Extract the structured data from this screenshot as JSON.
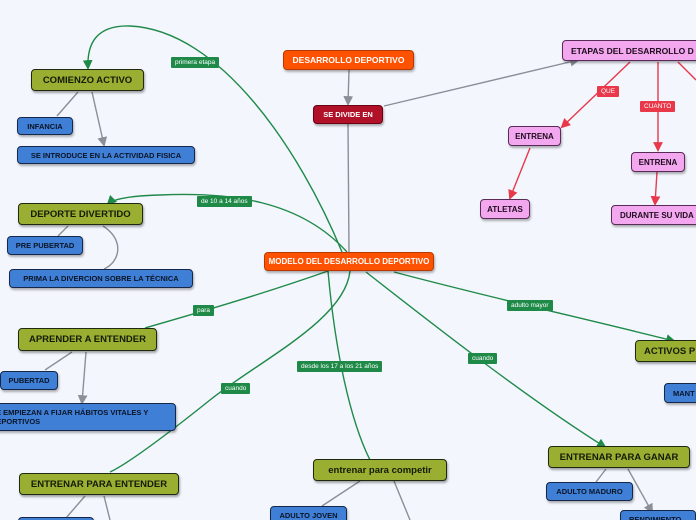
{
  "nodes": {
    "central": "MODELO DEL DESARROLLO DEPORTIVO",
    "desarrollo_deportivo": "DESARROLLO DEPORTIVO",
    "se_divide_en": "SE DIVIDE EN",
    "etapas": "ETAPAS DEL DESARROLLO D",
    "entrena_1": "ENTRENA",
    "atletas": "ATLETAS",
    "entrena_2": "ENTRENA",
    "durante_su_vida": "DURANTE SU VIDA",
    "comienzo_activo": "COMIENZO ACTIVO",
    "infancia": "INFANCIA",
    "se_introduce": "SE INTRODUCE EN LA ACTIVIDAD FISICA",
    "deporte_divertido": "DEPORTE DIVERTIDO",
    "pre_pubertad": "PRE PUBERTAD",
    "prima_diversion": "PRIMA LA DIVERCION SOBRE LA  TÉCNICA",
    "aprender_a_entender": "APRENDER A ENTENDER",
    "pubertad": "PUBERTAD",
    "habitos": "SE EMPIEZAN A FIJAR HÁBITOS VITALES Y DEPORTIVOS",
    "entrenar_para_entender": "ENTRENAR PARA ENTENDER",
    "entrenar_para_competir": "entrenar para competir",
    "adulto_joven": "ADULTO JOVEN",
    "entrenar_para_ganar": "ENTRENAR PARA GANAR",
    "adulto_maduro": "ADULTO MADURO",
    "rendimiento": "RENDIMIENTO",
    "activos_para": "ACTIVOS P",
    "mant": "MANT"
  },
  "link_labels": {
    "primera_etapa": "primera etapa",
    "de_10_a_14": "de 10 a 14 años",
    "para": "para",
    "cuando_left": "cuando",
    "desde_17_a_21": "desde los 17 a los 21 años",
    "cuando_right": "cuando",
    "adulto_mayor": "adulto mayor",
    "que": "QUE",
    "cuanto": "CUANTO"
  },
  "colors": {
    "background": "#f3f6fd",
    "central": "#ff5200",
    "branch": "#9aaf32",
    "leaf": "#3f7fd6",
    "pink": "#f2a7ee",
    "crimson": "#b01028",
    "green_link": "#1f8a48",
    "red_link": "#e8384a",
    "gray_link": "#8a8f98"
  }
}
